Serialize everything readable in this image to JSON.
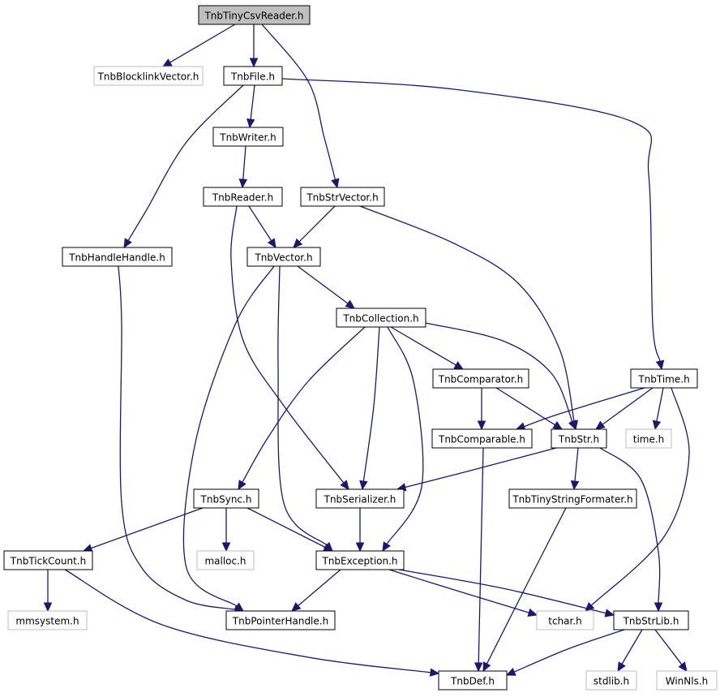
{
  "graph": {
    "edge_color": "#191970",
    "root_fill": "#bfbfbf",
    "external_border": "#bfbfbf",
    "nodes": {
      "tiny_csv_reader": "TnbTinyCsvReader.h",
      "blocklink_vector": "TnbBlocklinkVector.h",
      "file": "TnbFile.h",
      "writer": "TnbWriter.h",
      "reader": "TnbReader.h",
      "str_vector": "TnbStrVector.h",
      "handle_handle": "TnbHandleHandle.h",
      "vector": "TnbVector.h",
      "collection": "TnbCollection.h",
      "comparator": "TnbComparator.h",
      "time": "TnbTime.h",
      "comparable": "TnbComparable.h",
      "str": "TnbStr.h",
      "time_std": "time.h",
      "sync": "TnbSync.h",
      "serializer": "TnbSerializer.h",
      "tiny_string_formater": "TnbTinyStringFormater.h",
      "tick_count": "TnbTickCount.h",
      "malloc": "malloc.h",
      "exception": "TnbException.h",
      "mmsystem": "mmsystem.h",
      "pointer_handle": "TnbPointerHandle.h",
      "tchar": "tchar.h",
      "str_lib": "TnbStrLib.h",
      "def": "TnbDef.h",
      "stdlib": "stdlib.h",
      "winnls": "WinNls.h"
    }
  }
}
